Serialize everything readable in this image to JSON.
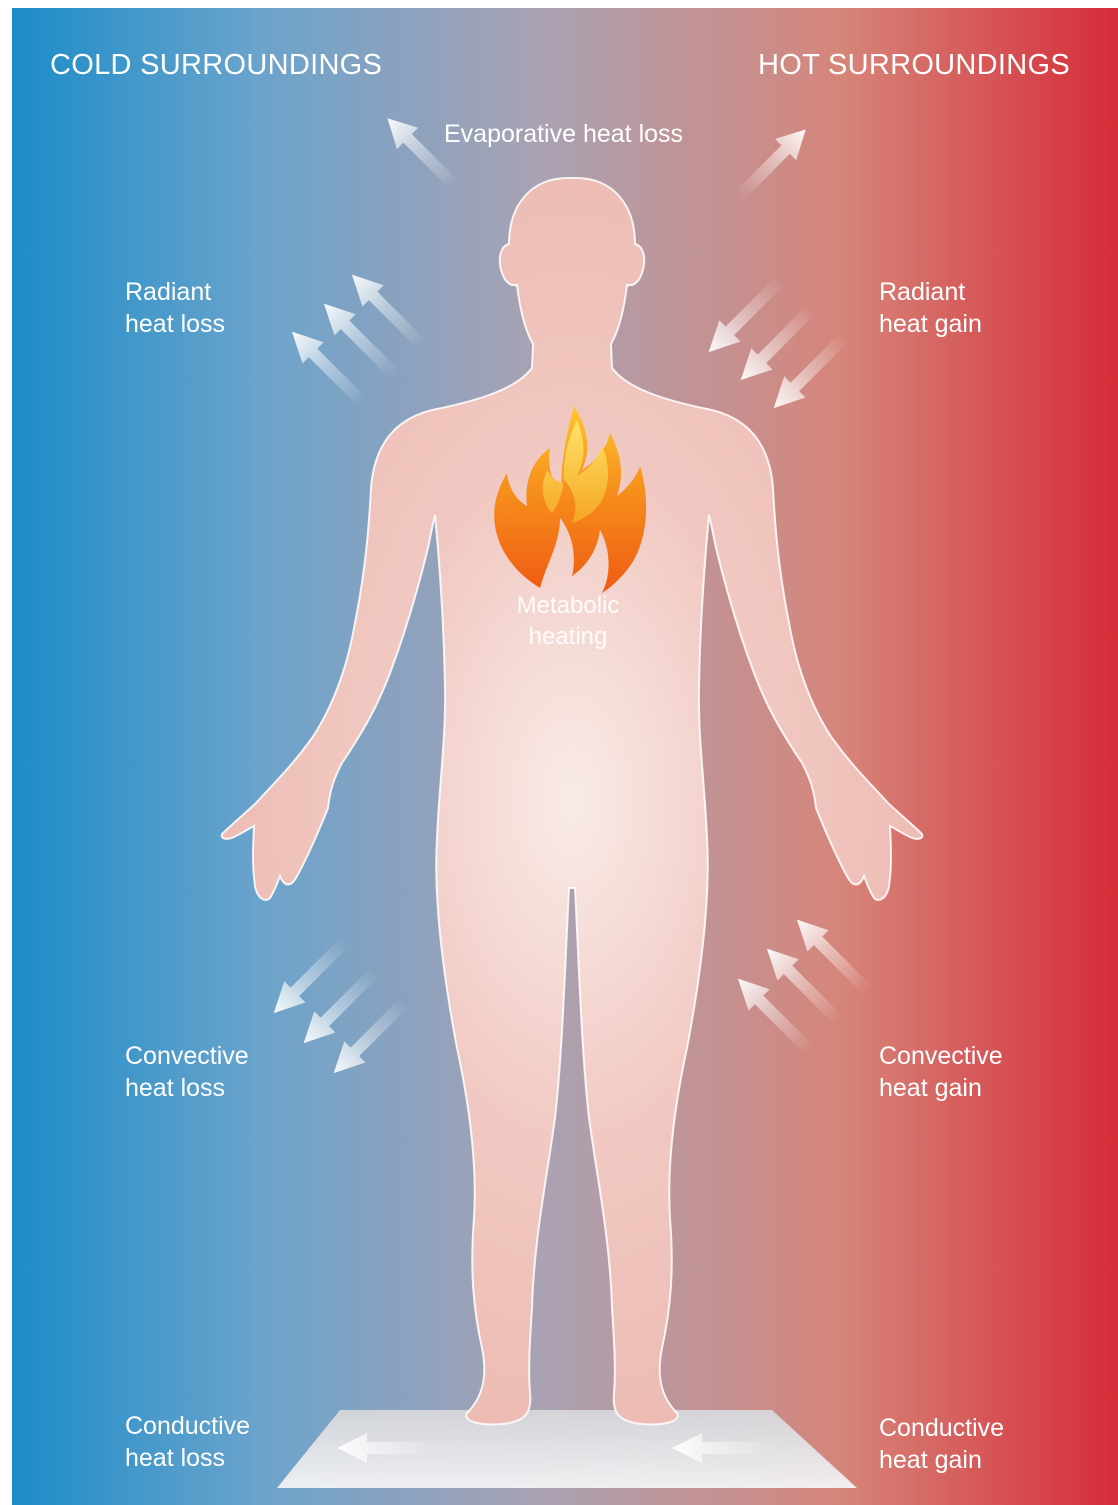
{
  "headings": {
    "cold": "COLD SURROUNDINGS",
    "hot": "HOT SURROUNDINGS"
  },
  "labels": {
    "evaporative": "Evaporative heat loss",
    "radiant_loss": [
      "Radiant",
      "heat loss"
    ],
    "radiant_gain": [
      "Radiant",
      "heat gain"
    ],
    "metabolic": [
      "Metabolic",
      "heating"
    ],
    "convective_loss": [
      "Convective",
      "heat loss"
    ],
    "convective_gain": [
      "Convective",
      "heat gain"
    ],
    "conductive_loss": [
      "Conductive",
      "heat loss"
    ],
    "conductive_gain": [
      "Conductive",
      "heat gain"
    ]
  },
  "colors": {
    "cold": "#1f8ec8",
    "neutral": "#aaa3b3",
    "hot": "#d42f3a",
    "body": "#f3cfc8",
    "flame_outer": "#f06a14",
    "flame_inner": "#ffd23a",
    "text": "#ffffff"
  },
  "icons": [
    "flame-icon",
    "arrow-icon",
    "human-body-silhouette",
    "floor-plate"
  ]
}
